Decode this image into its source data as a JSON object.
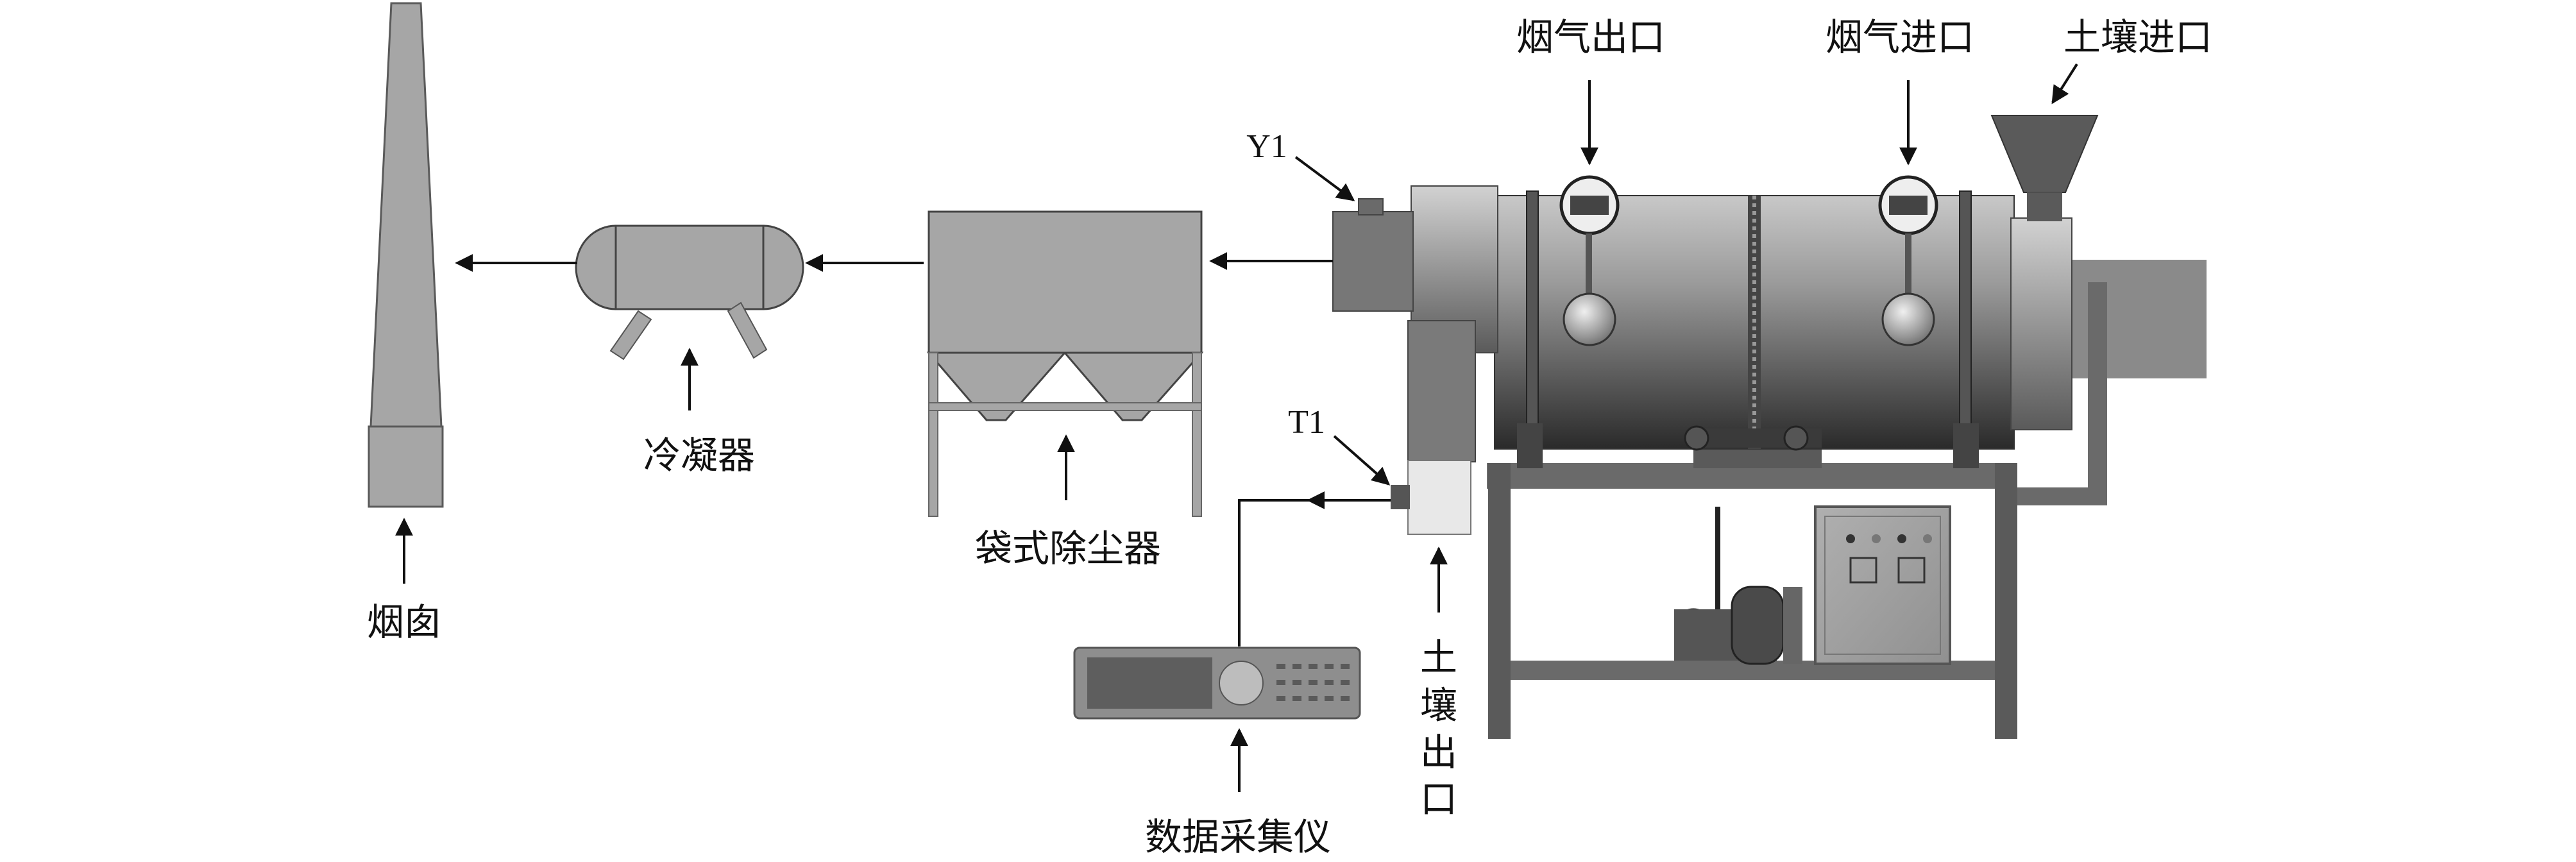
{
  "labels": {
    "chimney": "烟囱",
    "condenser": "冷凝器",
    "bag_filter": "袋式除尘器",
    "data_logger": "数据采集仪",
    "soil_outlet": [
      "土",
      "壤",
      "出",
      "口"
    ],
    "flue_gas_outlet": "烟气出口",
    "flue_gas_inlet": "烟气进口",
    "soil_inlet": "土壤进口",
    "sensor_y1": "Y1",
    "sensor_t1": "T1"
  }
}
